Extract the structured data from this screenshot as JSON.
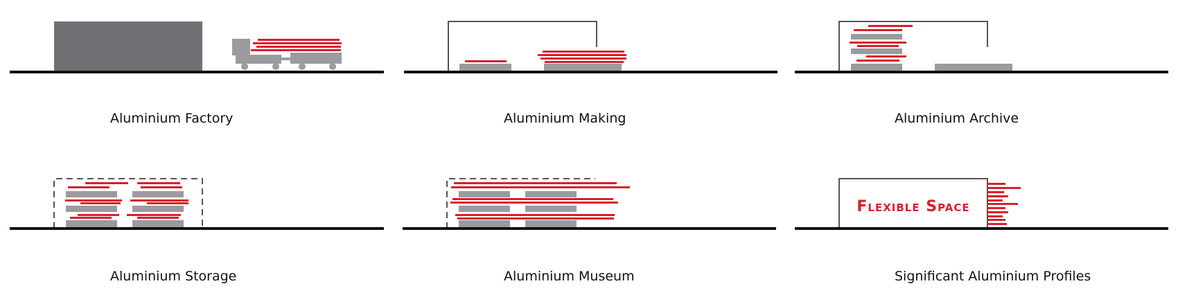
{
  "panels": [
    {
      "id": "factory",
      "caption": "Aluminium Factory"
    },
    {
      "id": "making",
      "caption": "Aluminium Making"
    },
    {
      "id": "archive",
      "caption": "Aluminium Archive"
    },
    {
      "id": "storage",
      "caption": "Aluminium Storage"
    },
    {
      "id": "museum",
      "caption": "Aluminium Museum"
    },
    {
      "id": "profiles",
      "caption": "Significant Aluminium Profiles",
      "label": "Flexible Space"
    }
  ],
  "colors": {
    "red": "#d7202c",
    "gray": "#9b9b9e",
    "dark_gray": "#707174",
    "ground": "#111111",
    "outline": "#555555"
  }
}
